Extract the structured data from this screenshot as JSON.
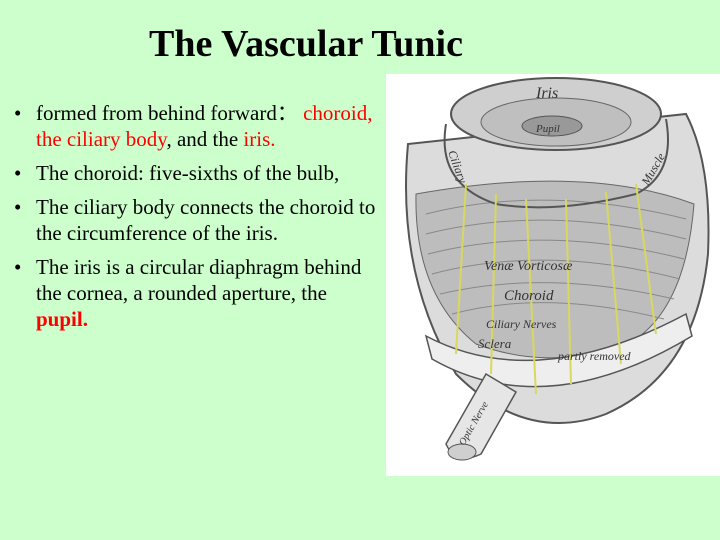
{
  "slide": {
    "title": "The Vascular Tunic",
    "bullets": {
      "b1_plain": "formed from behind forward：",
      "b1_red": "choroid, the ciliary body",
      "b1_comma": ",",
      "b1_and": "and the",
      "b1_red2": "iris.",
      "b2": "The choroid: five-sixths of the bulb,",
      "b3": " The ciliary body connects the choroid to the circumference of the iris.",
      "b4_plain": "The iris is a circular diaphragm behind the cornea, a rounded aperture, the",
      "b4_red": "pupil."
    }
  },
  "figure": {
    "labels": {
      "iris": "Iris",
      "pupil": "Pupil",
      "ciliary": "Ciliary",
      "muscle": "Muscle",
      "venae_vorticosae": "Venæ Vorticosæ",
      "choroid": "Choroid",
      "ciliary_nerves": "Ciliary   Nerves",
      "sclera": "Sclera",
      "partly_removed": "partly removed",
      "optic_nerve": "Optic Nerve"
    }
  }
}
